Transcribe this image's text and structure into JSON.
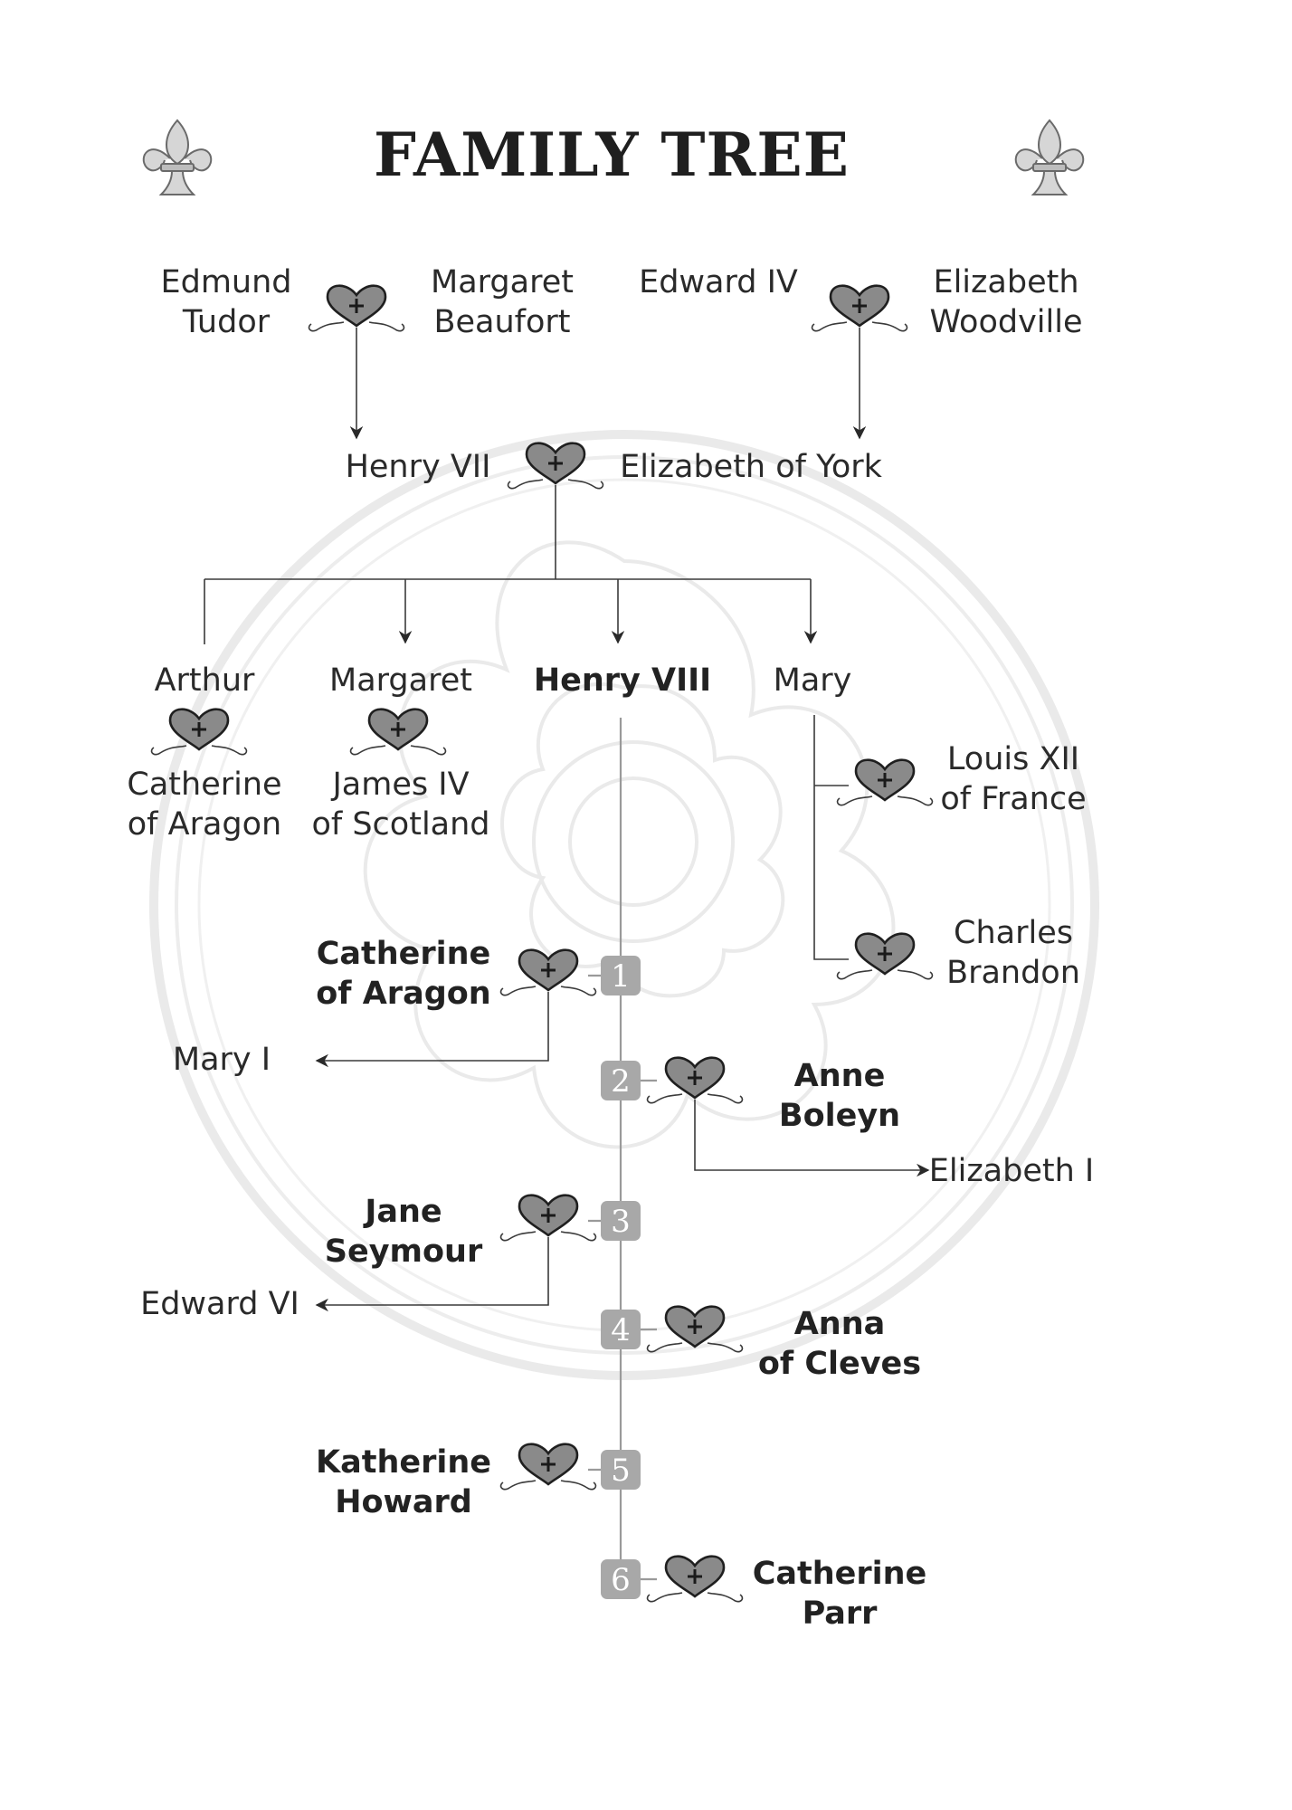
{
  "title": "FAMILY TREE",
  "icons": {
    "ornament": "fleur-de-lis-icon",
    "marriage": "heart-plus-icon",
    "background": "tudor-rose-watermark"
  },
  "marriage_symbol": "+",
  "colors": {
    "ink": "#2a2a2a",
    "badge": "#a8a8a8",
    "heart": "#8a8a8a",
    "watermark": "#e6e6e6"
  },
  "people": {
    "edmund": [
      "Edmund",
      "Tudor"
    ],
    "margaret_b": [
      "Margaret",
      "Beaufort"
    ],
    "edward_iv": "Edward IV",
    "elizabeth_w": [
      "Elizabeth",
      "Woodville"
    ],
    "henry_vii": "Henry VII",
    "elizabeth_y": "Elizabeth of York",
    "arthur": "Arthur",
    "margaret": "Margaret",
    "henry_viii": "Henry VIII",
    "mary": "Mary",
    "cat_aragon_1": [
      "Catherine",
      "of Aragon"
    ],
    "james_iv": [
      "James IV",
      "of Scotland"
    ],
    "louis_xii": [
      "Louis XII",
      "of France"
    ],
    "charles": [
      "Charles",
      "Brandon"
    ],
    "mary_i": "Mary I",
    "elizabeth_i": "Elizabeth I",
    "edward_vi": "Edward VI"
  },
  "wives": [
    {
      "n": "1",
      "name": [
        "Catherine",
        "of Aragon"
      ]
    },
    {
      "n": "2",
      "name": [
        "Anne",
        "Boleyn"
      ]
    },
    {
      "n": "3",
      "name": [
        "Jane",
        "Seymour"
      ]
    },
    {
      "n": "4",
      "name": [
        "Anna",
        "of Cleves"
      ]
    },
    {
      "n": "5",
      "name": [
        "Katherine",
        "Howard"
      ]
    },
    {
      "n": "6",
      "name": [
        "Catherine",
        "Parr"
      ]
    }
  ]
}
